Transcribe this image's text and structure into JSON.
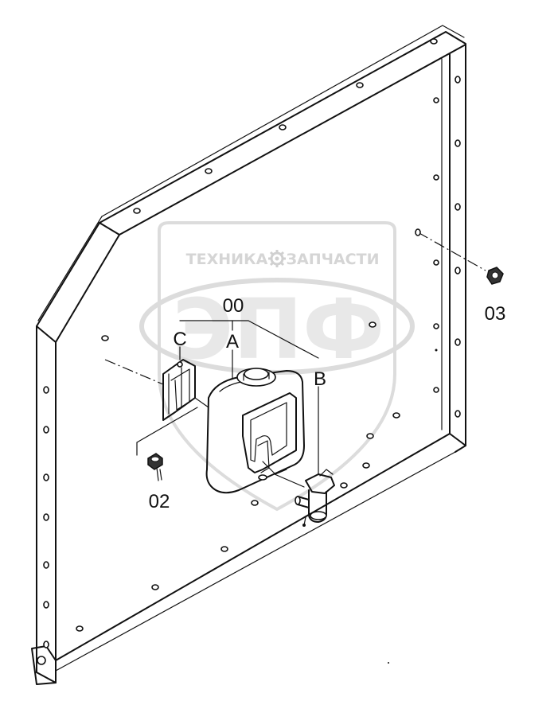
{
  "watermark": {
    "line1_left": "ТЕХНИКА",
    "line1_right": "ЗАПЧАСТИ",
    "logo": "ЭПФ"
  },
  "callouts": {
    "assembly": "00",
    "point_a": "A",
    "point_b": "B",
    "point_c": "C",
    "bolt": "02",
    "nut": "03"
  },
  "icons": {
    "watermark_gear": "gear-icon"
  }
}
